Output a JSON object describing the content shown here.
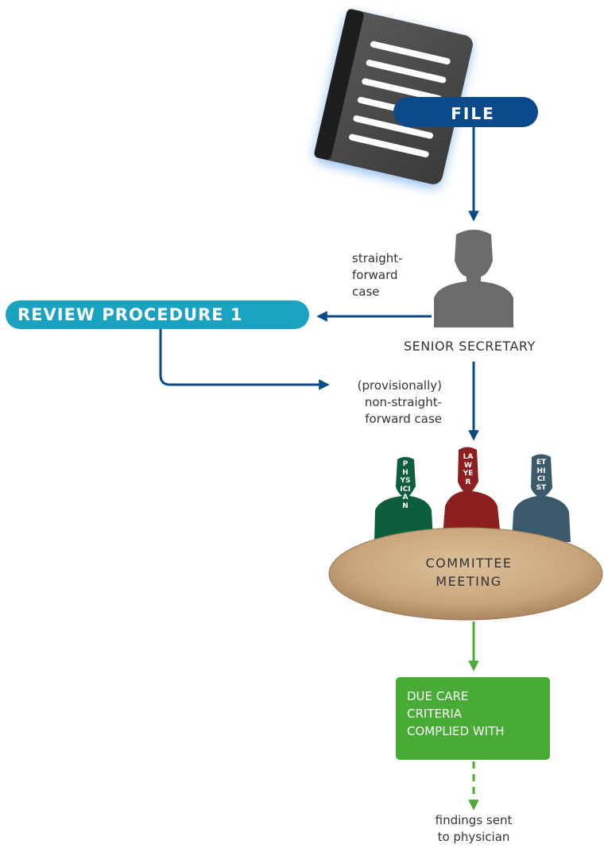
{
  "file_label": "FILE",
  "senior_secretary_label": "SENIOR SECRETARY",
  "straightforward_label": "straight-\nforward\ncase",
  "review_procedure_label": "REVIEW PROCEDURE 1",
  "non_straightforward_label": "(provisionally)\nnon-straight-\nforward case",
  "committee": {
    "physician": "PHYSICIAN",
    "lawyer": "LAWYER",
    "ethicist": "ETHICIST",
    "meeting_label": "COMMITTEE\nMEETING"
  },
  "outcome_label": "DUE CARE\nCRITERIA\nCOMPLIED WITH",
  "findings_label": "findings sent\nto physician",
  "colors": {
    "navy": "#0b4a8a",
    "teal": "#1aa3c0",
    "green_arrow": "#4aab35",
    "outcome_box": "#48ab35",
    "physician": "#0c5e3c",
    "lawyer": "#8c1f1f",
    "ethicist": "#3c5a6c",
    "person_grey": "#6b6b6b",
    "table": "#c9a57c"
  },
  "icons": [
    "document-icon",
    "person-icon",
    "table-icon"
  ]
}
